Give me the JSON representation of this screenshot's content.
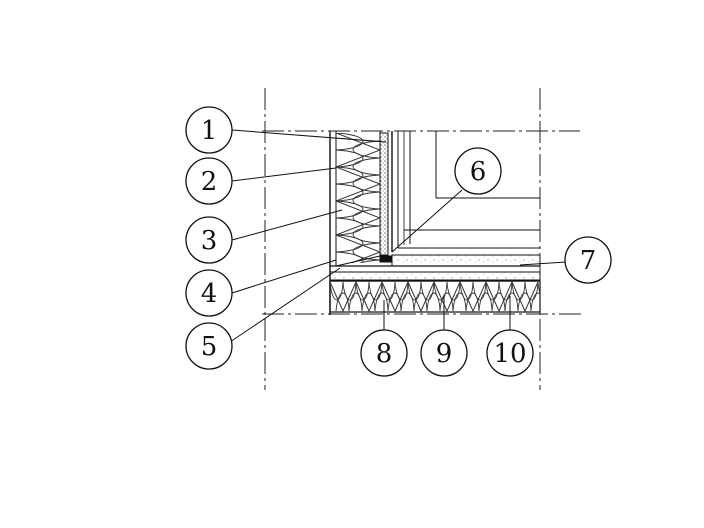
{
  "callouts": [
    {
      "id": "1",
      "text": "1"
    },
    {
      "id": "2",
      "text": "2"
    },
    {
      "id": "3",
      "text": "3"
    },
    {
      "id": "4",
      "text": "4"
    },
    {
      "id": "5",
      "text": "5"
    },
    {
      "id": "6",
      "text": "6"
    },
    {
      "id": "7",
      "text": "7"
    },
    {
      "id": "8",
      "text": "8"
    },
    {
      "id": "9",
      "text": "9"
    },
    {
      "id": "10",
      "text": "10"
    }
  ],
  "colors": {
    "ink": "#111111",
    "hatch": "#555555",
    "background": "#ffffff"
  }
}
